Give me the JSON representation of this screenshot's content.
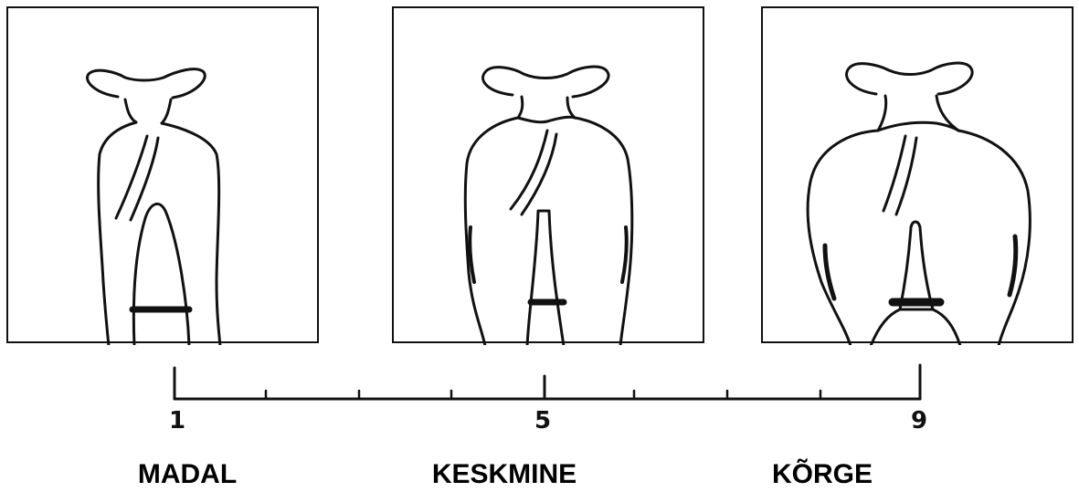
{
  "panels": [
    {
      "name": "low",
      "label": "MADAL"
    },
    {
      "name": "mid",
      "label": "KESKMINE"
    },
    {
      "name": "high",
      "label": "KÕRGE"
    }
  ],
  "scale": {
    "min": 1,
    "max": 9,
    "labeled_ticks": [
      "1",
      "5",
      "9"
    ]
  },
  "labels": {
    "low": "MADAL",
    "mid": "KESKMINE",
    "high": "KÕRGE"
  },
  "ticks": {
    "t1": "1",
    "t5": "5",
    "t9": "9"
  }
}
